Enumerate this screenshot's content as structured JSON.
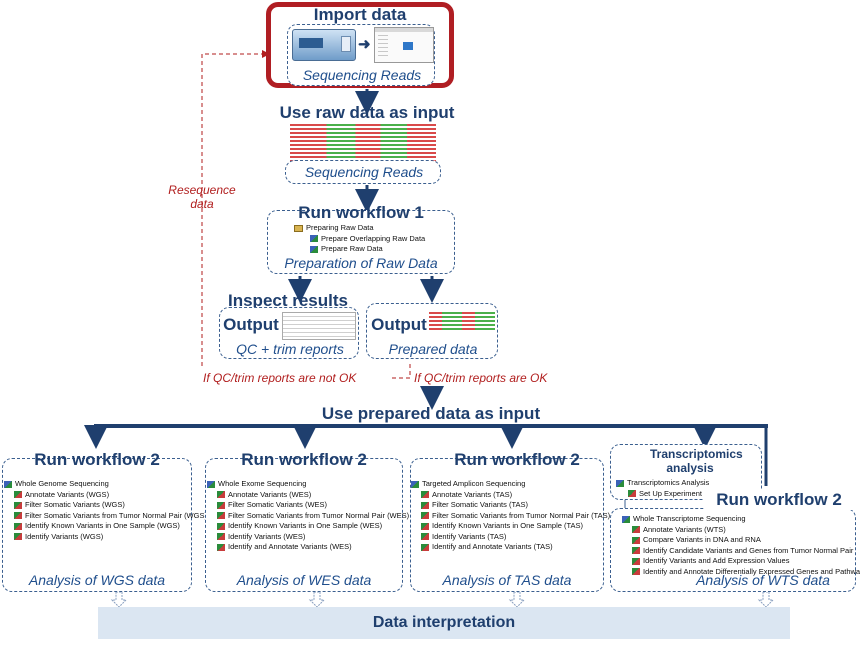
{
  "import": {
    "title": "Import data",
    "caption": "Sequencing Reads"
  },
  "raw_input": {
    "title": "Use raw data as input",
    "caption": "Sequencing Reads"
  },
  "resequence": {
    "line1": "Resequence",
    "line2": "data"
  },
  "workflow1": {
    "title": "Run workflow 1",
    "caption": "Preparation of Raw Data",
    "tree": [
      "Preparing Raw Data",
      "Prepare Overlapping Raw Data",
      "Prepare Raw Data"
    ]
  },
  "inspect": {
    "title": "Inspect results"
  },
  "qc_output": {
    "label": "Output",
    "caption": "QC + trim reports"
  },
  "prepared_output": {
    "label": "Output",
    "caption": "Prepared data"
  },
  "feedback": {
    "not_ok": "If QC/trim reports are not OK",
    "ok": "If QC/trim reports are OK"
  },
  "prepared_input": {
    "title": "Use prepared data as input"
  },
  "wgs": {
    "title": "Run workflow 2",
    "caption": "Analysis of WGS data",
    "tree": [
      "Whole Genome Sequencing",
      "Annotate Variants (WGS)",
      "Filter Somatic Variants (WGS)",
      "Filter Somatic Variants from Tumor Normal Pair (WGS)",
      "Identify Known Variants in One Sample (WGS)",
      "Identify Variants (WGS)"
    ]
  },
  "wes": {
    "title": "Run workflow 2",
    "caption": "Analysis of WES data",
    "tree": [
      "Whole Exome Sequencing",
      "Annotate Variants (WES)",
      "Filter Somatic Variants (WES)",
      "Filter Somatic Variants from Tumor Normal Pair (WES)",
      "Identify Known Variants in One Sample (WES)",
      "Identify Variants (WES)",
      "Identify and Annotate Variants (WES)"
    ]
  },
  "tas": {
    "title": "Run workflow 2",
    "caption": "Analysis of TAS data",
    "tree": [
      "Targeted Amplicon Sequencing",
      "Annotate Variants (TAS)",
      "Filter Somatic Variants (TAS)",
      "Filter Somatic Variants from Tumor Normal Pair (TAS)",
      "Identify Known Variants in One Sample (TAS)",
      "Identify Variants (TAS)",
      "Identify and Annotate Variants (TAS)"
    ]
  },
  "transcriptomics": {
    "title": "Transcriptomics analysis",
    "tree": [
      "Transcriptomics Analysis",
      "Set Up Experiment"
    ]
  },
  "wts": {
    "title": "Run workflow 2",
    "caption": "Analysis of WTS data",
    "tree": [
      "Whole Transcriptome Sequencing",
      "Annotate Variants (WTS)",
      "Compare Variants in DNA and RNA",
      "Identify Candidate Variants and Genes from Tumor Normal Pair",
      "Identify Variants and Add Expression Values",
      "Identify and Annotate Differentially Expressed Genes and Pathways"
    ]
  },
  "interpretation": {
    "title": "Data interpretation"
  },
  "colors": {
    "navy": "#1f3f6e",
    "highlight": "#b01e23",
    "feedback": "#b11e1e",
    "band": "#dbe6f2"
  }
}
